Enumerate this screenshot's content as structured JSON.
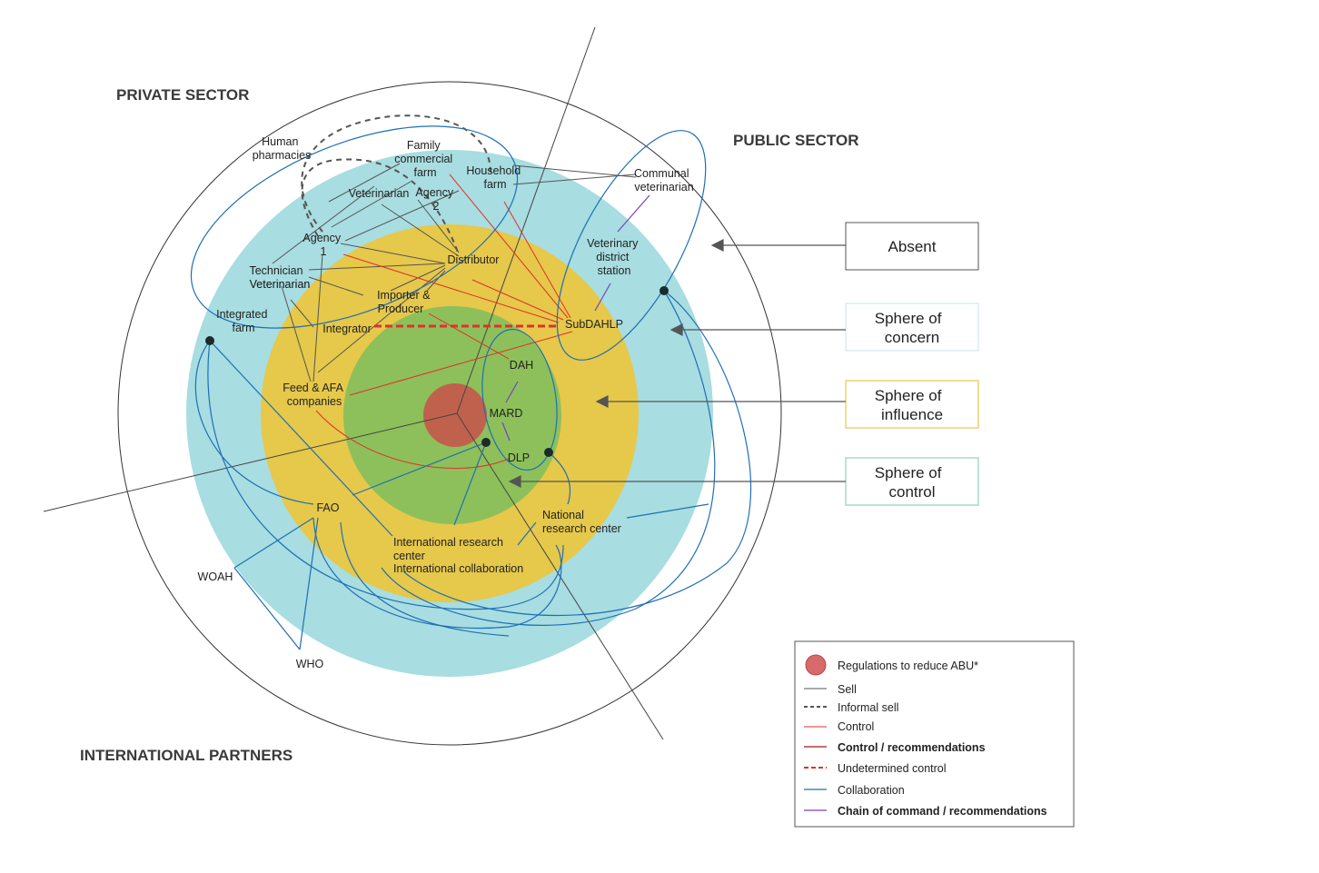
{
  "sectors": {
    "private": "PRIVATE SECTOR",
    "public": "PUBLIC SECTOR",
    "international": "INTERNATIONAL PARTNERS"
  },
  "colors": {
    "concern": "#a8dde1",
    "influence": "#e6c84a",
    "control": "#8dc05a",
    "center": "#c0614d",
    "sell": "#555555",
    "control_line": "#e0312b",
    "collaboration": "#1f6fb5",
    "command": "#7a3fbf"
  },
  "nodes": {
    "human_pharmacies": [
      "Human",
      "pharmacies"
    ],
    "family_farm": [
      "Family",
      "commercial",
      "farm"
    ],
    "household_farm": [
      "Household",
      "farm"
    ],
    "veterinarian_top": "Veterinarian",
    "agency2": [
      "Agency",
      "2"
    ],
    "agency1": [
      "Agency",
      "1"
    ],
    "distributor": "Distributor",
    "technician": "Technician",
    "veterinarian_left": "Veterinarian",
    "integrated_farm": [
      "Integrated",
      "farm"
    ],
    "importer": [
      "Importer &",
      "Producer"
    ],
    "integrator": "Integrator",
    "subdahlp": "SubDAHLP",
    "communal_vet": [
      "Communal",
      "veterinarian"
    ],
    "vet_district": [
      "Veterinary",
      "district",
      "station"
    ],
    "dah": "DAH",
    "mard": "MARD",
    "dlp": "DLP",
    "feed": [
      "Feed & AFA",
      "companies"
    ],
    "fao": "FAO",
    "woah": "WOAH",
    "who": "WHO",
    "intl_research": [
      "International research",
      "center"
    ],
    "intl_collab": "International collaboration",
    "national_research": [
      "National",
      "research center"
    ]
  },
  "spheres": {
    "absent": "Absent",
    "concern": [
      "Sphere of",
      "concern"
    ],
    "influence": [
      "Sphere of",
      "influence"
    ],
    "control": [
      "Sphere of",
      "control"
    ]
  },
  "legend": {
    "items": [
      {
        "label": "Regulations to reduce ABU*",
        "type": "circle"
      },
      {
        "label": "Sell",
        "type": "sell"
      },
      {
        "label": "Informal sell",
        "type": "informal"
      },
      {
        "label": "Control",
        "type": "control"
      },
      {
        "label": "Control / recommendations",
        "type": "control-rec"
      },
      {
        "label": "Undetermined control",
        "type": "undetermined"
      },
      {
        "label": "Collaboration",
        "type": "collab"
      },
      {
        "label": "Chain of command / recommendations",
        "type": "command"
      }
    ]
  }
}
